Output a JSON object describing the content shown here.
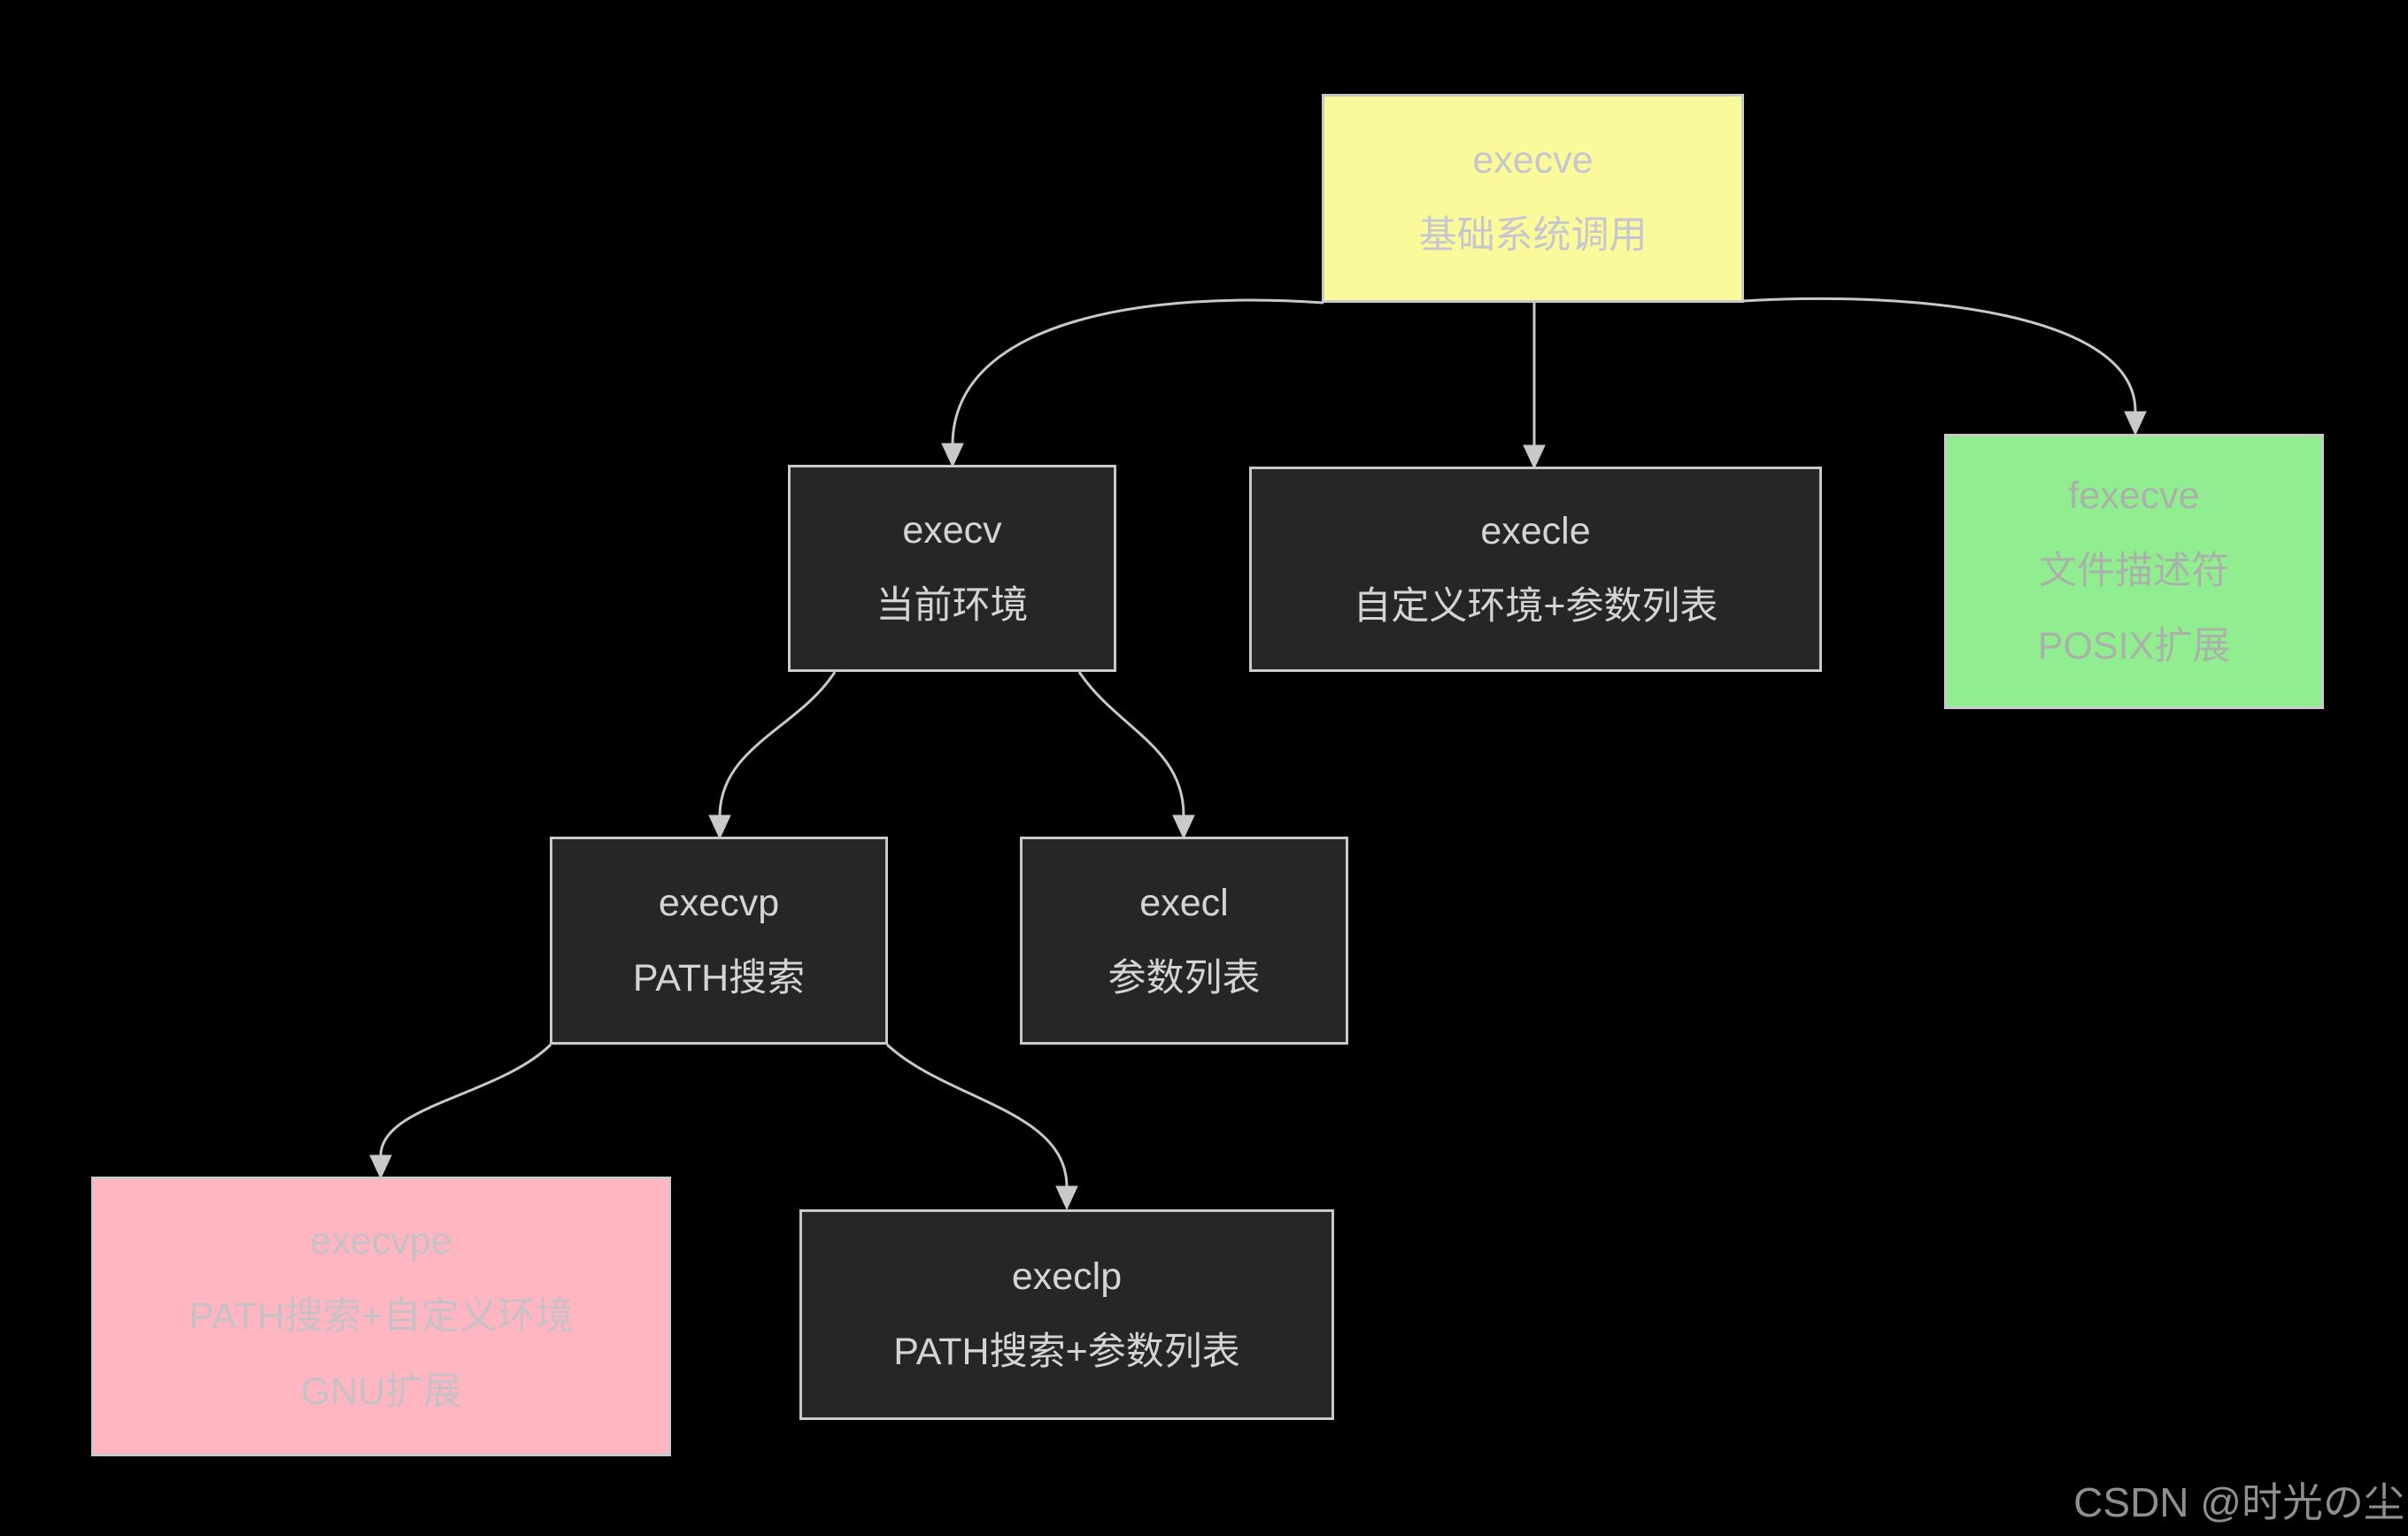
{
  "diagram": {
    "description": "exec family of system calls tree",
    "nodes": [
      {
        "id": "execve",
        "label": "execve",
        "sublines": [
          "基础系统调用"
        ],
        "variant": "root"
      },
      {
        "id": "execv",
        "label": "execv",
        "sublines": [
          "当前环境"
        ],
        "variant": "dark"
      },
      {
        "id": "execle",
        "label": "execle",
        "sublines": [
          "自定义环境+参数列表"
        ],
        "variant": "dark"
      },
      {
        "id": "fexecve",
        "label": "fexecve",
        "sublines": [
          "文件描述符",
          "POSIX扩展"
        ],
        "variant": "posix"
      },
      {
        "id": "execvp",
        "label": "execvp",
        "sublines": [
          "PATH搜索"
        ],
        "variant": "dark"
      },
      {
        "id": "execl",
        "label": "execl",
        "sublines": [
          "参数列表"
        ],
        "variant": "dark"
      },
      {
        "id": "execvpe",
        "label": "execvpe",
        "sublines": [
          "PATH搜索+自定义环境",
          "GNU扩展"
        ],
        "variant": "gnu"
      },
      {
        "id": "execlp",
        "label": "execlp",
        "sublines": [
          "PATH搜索+参数列表"
        ],
        "variant": "dark"
      }
    ],
    "edges": [
      {
        "from": "execve",
        "to": "execv"
      },
      {
        "from": "execve",
        "to": "execle"
      },
      {
        "from": "execve",
        "to": "fexecve"
      },
      {
        "from": "execv",
        "to": "execvp"
      },
      {
        "from": "execv",
        "to": "execl"
      },
      {
        "from": "execvp",
        "to": "execvpe"
      },
      {
        "from": "execvp",
        "to": "execlp"
      }
    ],
    "colors": {
      "background": "#000000",
      "node_dark_fill": "#262626",
      "node_border": "#c9c9c9",
      "edge": "#c9c9c9",
      "root_fill": "#fbfa9b",
      "root_text": "#c5c6d1",
      "posix_fill": "#90ee90",
      "posix_text": "#aab1ab",
      "gnu_fill": "#ffb6c1",
      "gnu_text": "#c6c0c7",
      "dark_text": "#d4d4d4",
      "watermark_text": "#8f8f8f"
    }
  },
  "watermark": {
    "text": "CSDN @时光の尘"
  }
}
